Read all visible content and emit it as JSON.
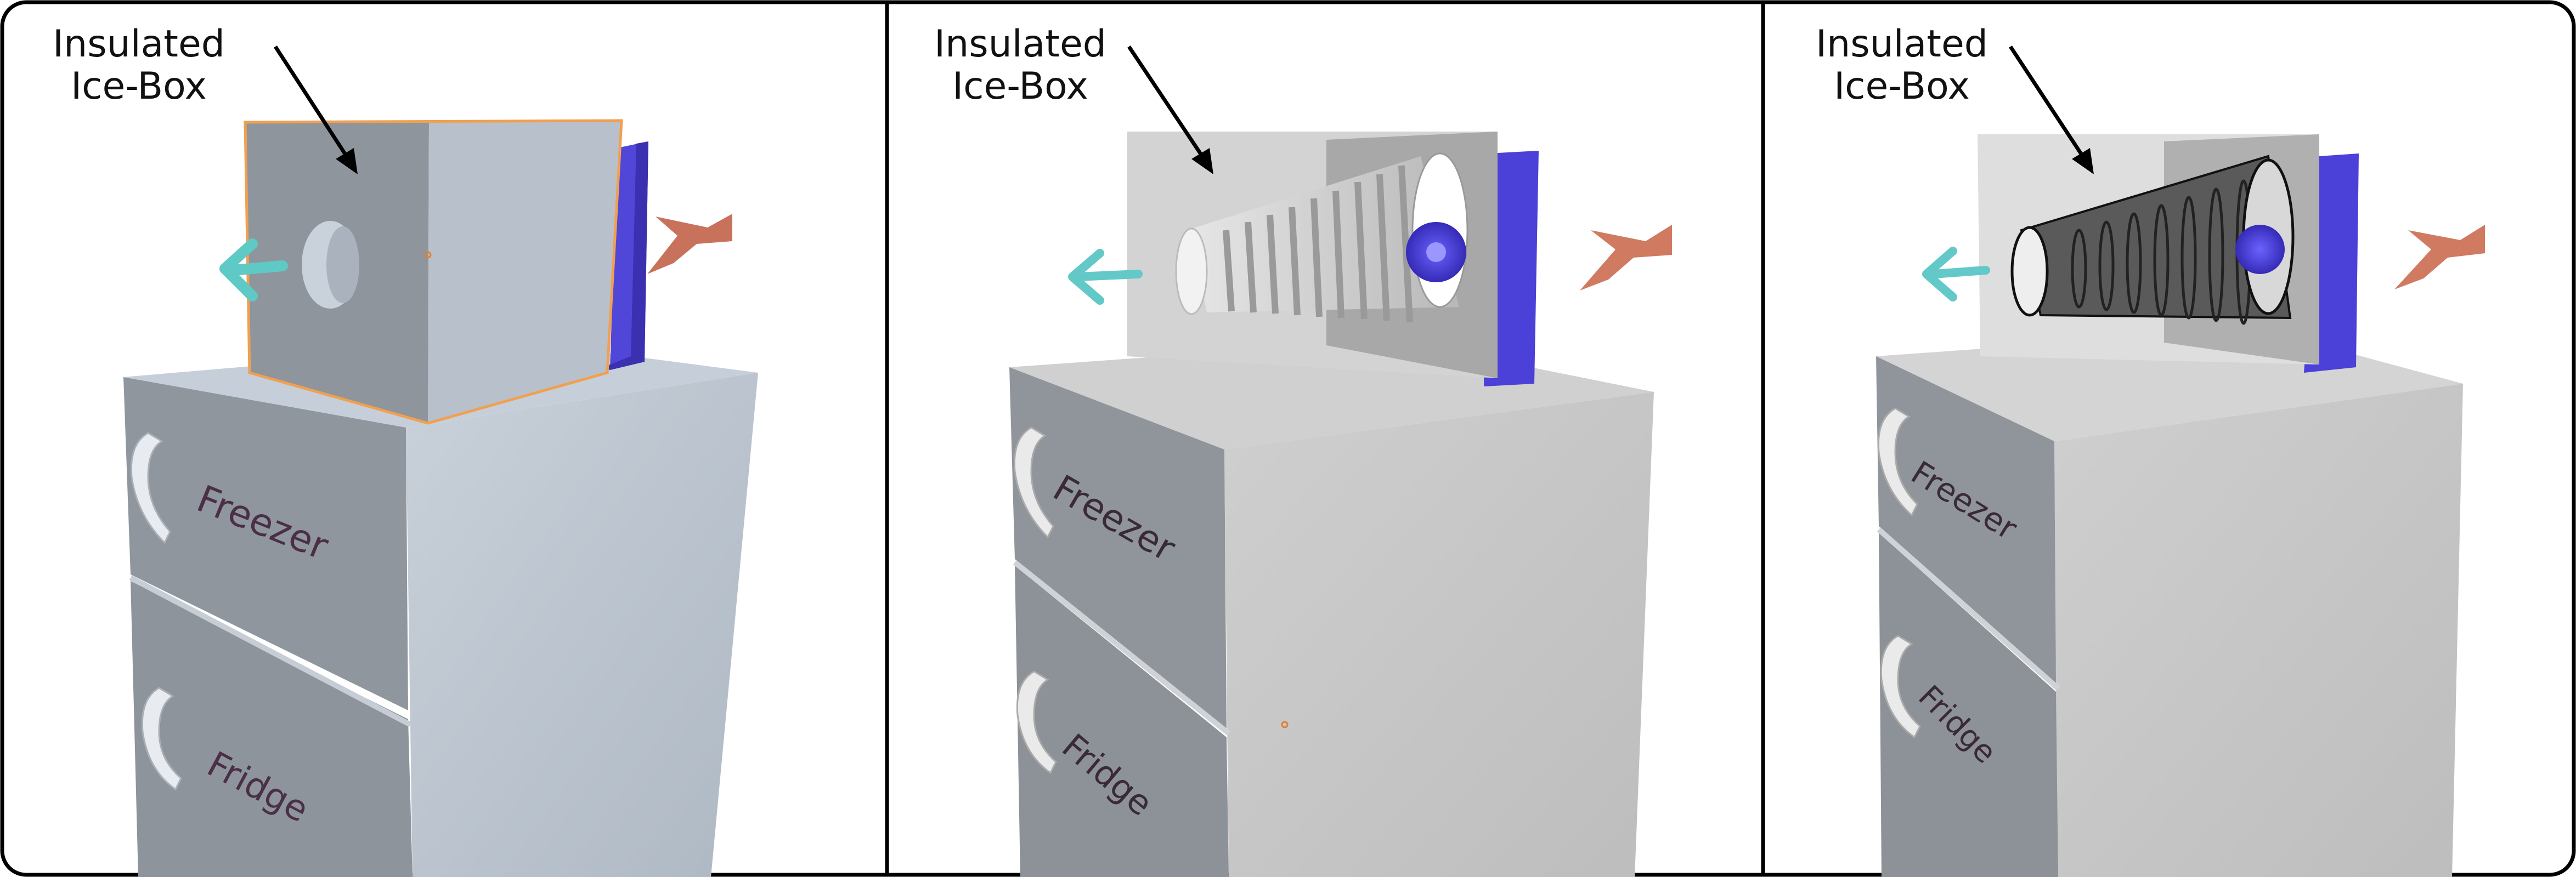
{
  "panels": [
    {
      "id": "panel-solid",
      "label_line1": "Insulated",
      "label_line2": "Ice-Box",
      "door_top": "Freezer",
      "door_bottom": "Fridge"
    },
    {
      "id": "panel-cutaway",
      "label_line1": "Insulated",
      "label_line2": "Ice-Box",
      "door_top": "Freezer",
      "door_bottom": "Fridge"
    },
    {
      "id": "panel-wireframe",
      "label_line1": "Insulated",
      "label_line2": "Ice-Box",
      "door_top": "Freezer",
      "door_bottom": "Fridge"
    }
  ],
  "colors": {
    "fridge_front": "#8f969e",
    "fridge_side": "#bcc5cf",
    "fridge_top": "#c9d2dc",
    "fridge_side_gray": "#c2c2c2",
    "box_front": "#8e959d",
    "box_side": "#b9c2cc",
    "fan_blue": "#4a3fd6",
    "inlet_arrow": "#c8725c",
    "outlet_arrow": "#5fc9c6",
    "selection_outline": "#f0a050",
    "door_text": "#4a2f46"
  }
}
